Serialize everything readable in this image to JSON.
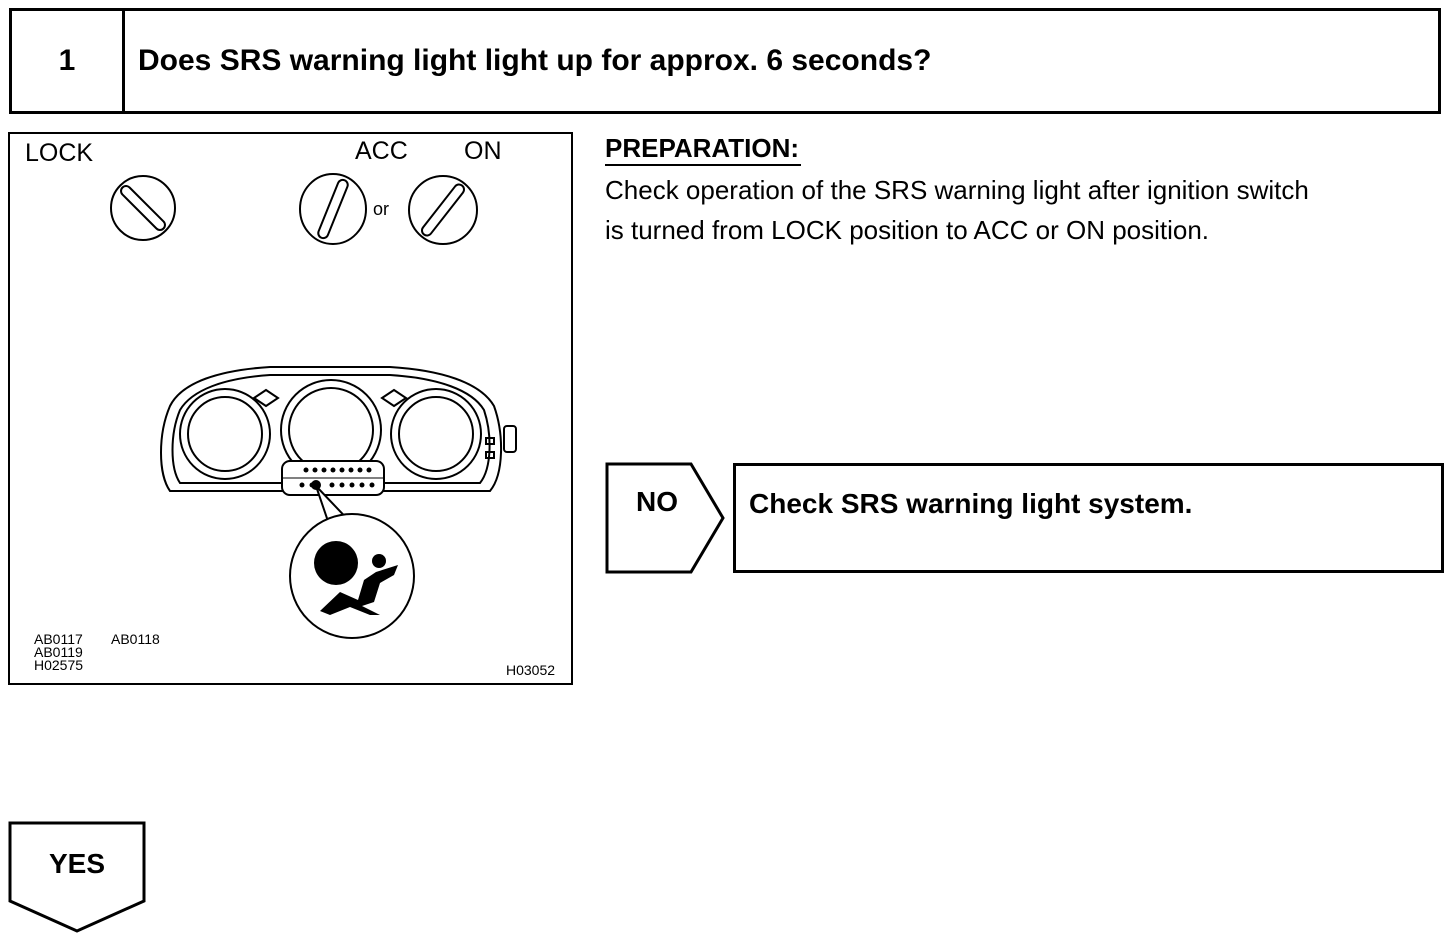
{
  "step": {
    "number": "1",
    "question": "Does SRS warning light light up for approx. 6 seconds?"
  },
  "figure": {
    "key_positions": {
      "lock": "LOCK",
      "acc": "ACC",
      "or": "or",
      "on": "ON"
    },
    "codes_left": [
      "AB0117",
      "AB0119",
      "H02575"
    ],
    "code_middle": "AB0118",
    "code_right": "H03052",
    "callout_icon": "srs-airbag-warning-icon"
  },
  "preparation": {
    "heading": "PREPARATION:",
    "line1": "Check operation of the SRS warning light after ignition switch",
    "line2": "is turned from LOCK position to ACC or ON position."
  },
  "no_branch": {
    "label": "NO",
    "action": "Check SRS warning light system."
  },
  "yes_branch": {
    "label": "YES"
  }
}
